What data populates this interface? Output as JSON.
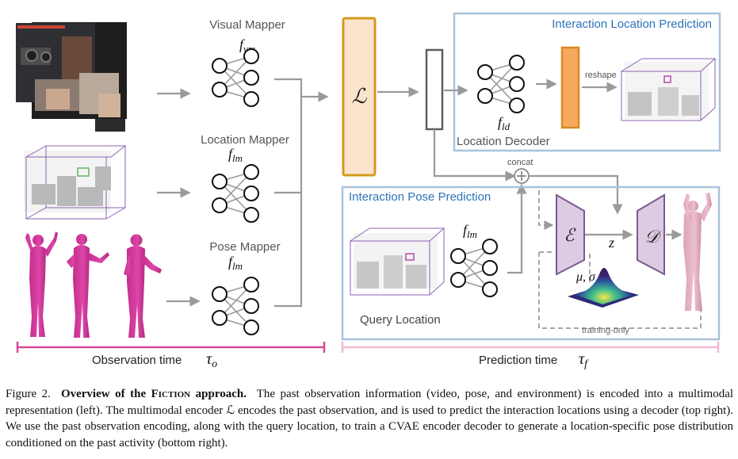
{
  "mappers": {
    "visual": {
      "title": "Visual Mapper",
      "symbol_base": "f",
      "symbol_sub": "vm"
    },
    "location": {
      "title": "Location Mapper",
      "symbol_base": "f",
      "symbol_sub": "lm"
    },
    "pose": {
      "title": "Pose Mapper",
      "symbol_base": "f",
      "symbol_sub": "lm"
    }
  },
  "encoder": {
    "symbol": "ℒ"
  },
  "location_panel": {
    "title": "Interaction Location Prediction",
    "decoder_label": "Location Decoder",
    "decoder_symbol_base": "f",
    "decoder_symbol_sub": "ld",
    "reshape_label": "reshape"
  },
  "pose_panel": {
    "title": "Interaction Pose Prediction",
    "query_label": "Query Location",
    "mapper_symbol_base": "f",
    "mapper_symbol_sub": "lm",
    "concat_label": "concat",
    "enc_symbol": "ℰ",
    "dec_symbol": "𝒟",
    "z_label": "z",
    "mu_sigma_label": "μ, σ",
    "training_only_label": "training-only"
  },
  "timeline": {
    "observation_label": "Observation time",
    "observation_symbol_base": "τ",
    "observation_symbol_sub": "o",
    "prediction_label": "Prediction time",
    "prediction_symbol_base": "τ",
    "prediction_symbol_sub": "f"
  },
  "caption": {
    "figure_num": "Figure 2.",
    "bold_title_pre": "Overview of the F",
    "bold_title_sc": "iction",
    "bold_title_post": " approach.",
    "text": "The past observation information (video, pose, and environment) is encoded into a multimodal representation (left). The multimodal encoder ℒ encodes the past observation, and is used to predict the interaction locations using a decoder (top right). We use the past observation encoding, along with the query location, to train a CVAE encoder decoder to generate a location-specific pose distribution conditioned on the past activity (bottom right)."
  },
  "colors": {
    "panel_border": "#a9c3da",
    "panel_title": "#2e73b8",
    "encoder_fill": "#fbe3cc",
    "encoder_border": "#d49a1c",
    "decoder_out_fill": "#f7a960",
    "decoder_out_border": "#d88a1e",
    "cvae_fill": "#dccbe3",
    "cvae_border": "#7a5a8e",
    "observation_line": "#d8489a",
    "prediction_line": "#f4b7d4",
    "arrow": "#9a9a9a",
    "human_pink": "#d0369a",
    "human_pred": "#e6b3c4"
  }
}
